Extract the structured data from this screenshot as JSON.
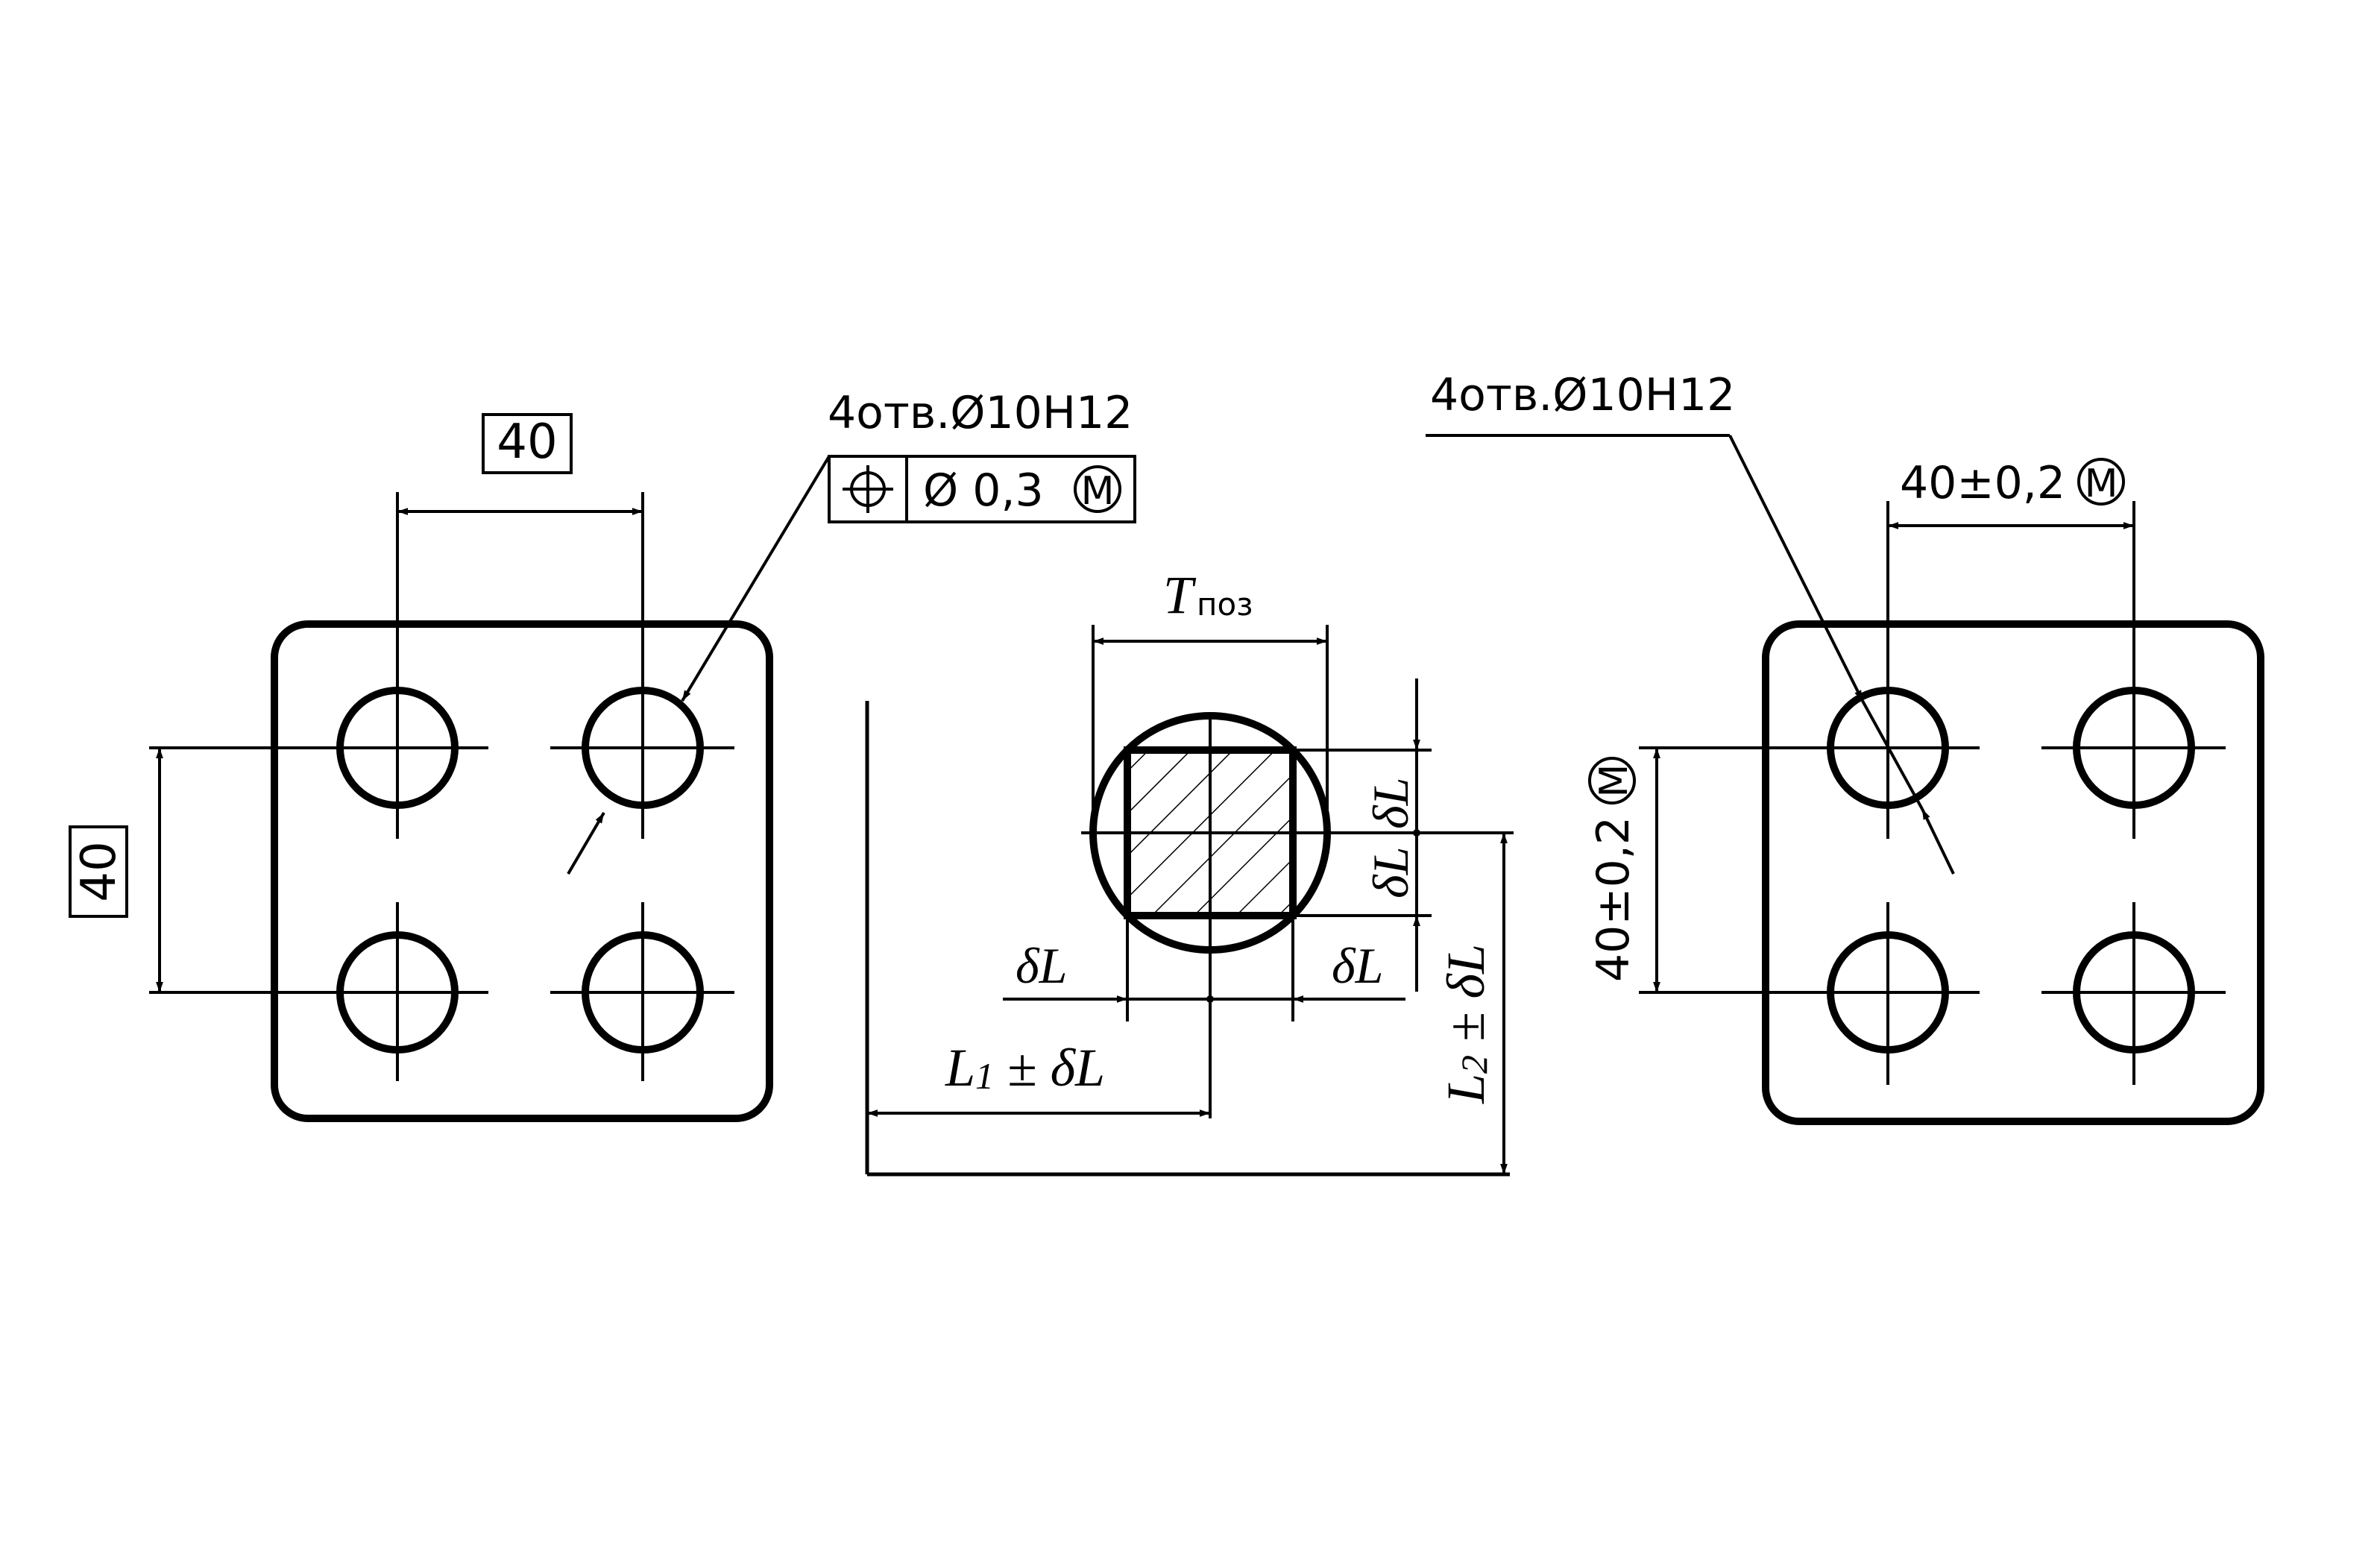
{
  "drawing": {
    "left_view": {
      "basic_dim_horizontal": "40",
      "basic_dim_vertical": "40",
      "hole_callout": "4отв.Ø10H12",
      "fcf": {
        "symbol": "position-symbol",
        "tolerance": "Ø 0,3",
        "modifier": "M"
      }
    },
    "middle_view": {
      "tolerance_zone_label": "T",
      "tolerance_zone_subscript": "поз",
      "delta_left": "δL",
      "delta_right": "δL",
      "delta_top": "δL",
      "delta_bottom": "δL",
      "dim_l1_symbol": "L",
      "dim_l1_index": "1",
      "dim_l1_tolerance": "± δL",
      "dim_l2_symbol": "L",
      "dim_l2_index": "2",
      "dim_l2_tolerance": "± δL"
    },
    "right_view": {
      "hole_callout": "4отв.Ø10H12",
      "dim_horizontal_value": "40±0,2",
      "dim_horizontal_modifier": "M",
      "dim_vertical_value": "40±0,2",
      "dim_vertical_modifier": "M"
    },
    "colors": {
      "line": "#000000",
      "background": "#ffffff"
    }
  }
}
